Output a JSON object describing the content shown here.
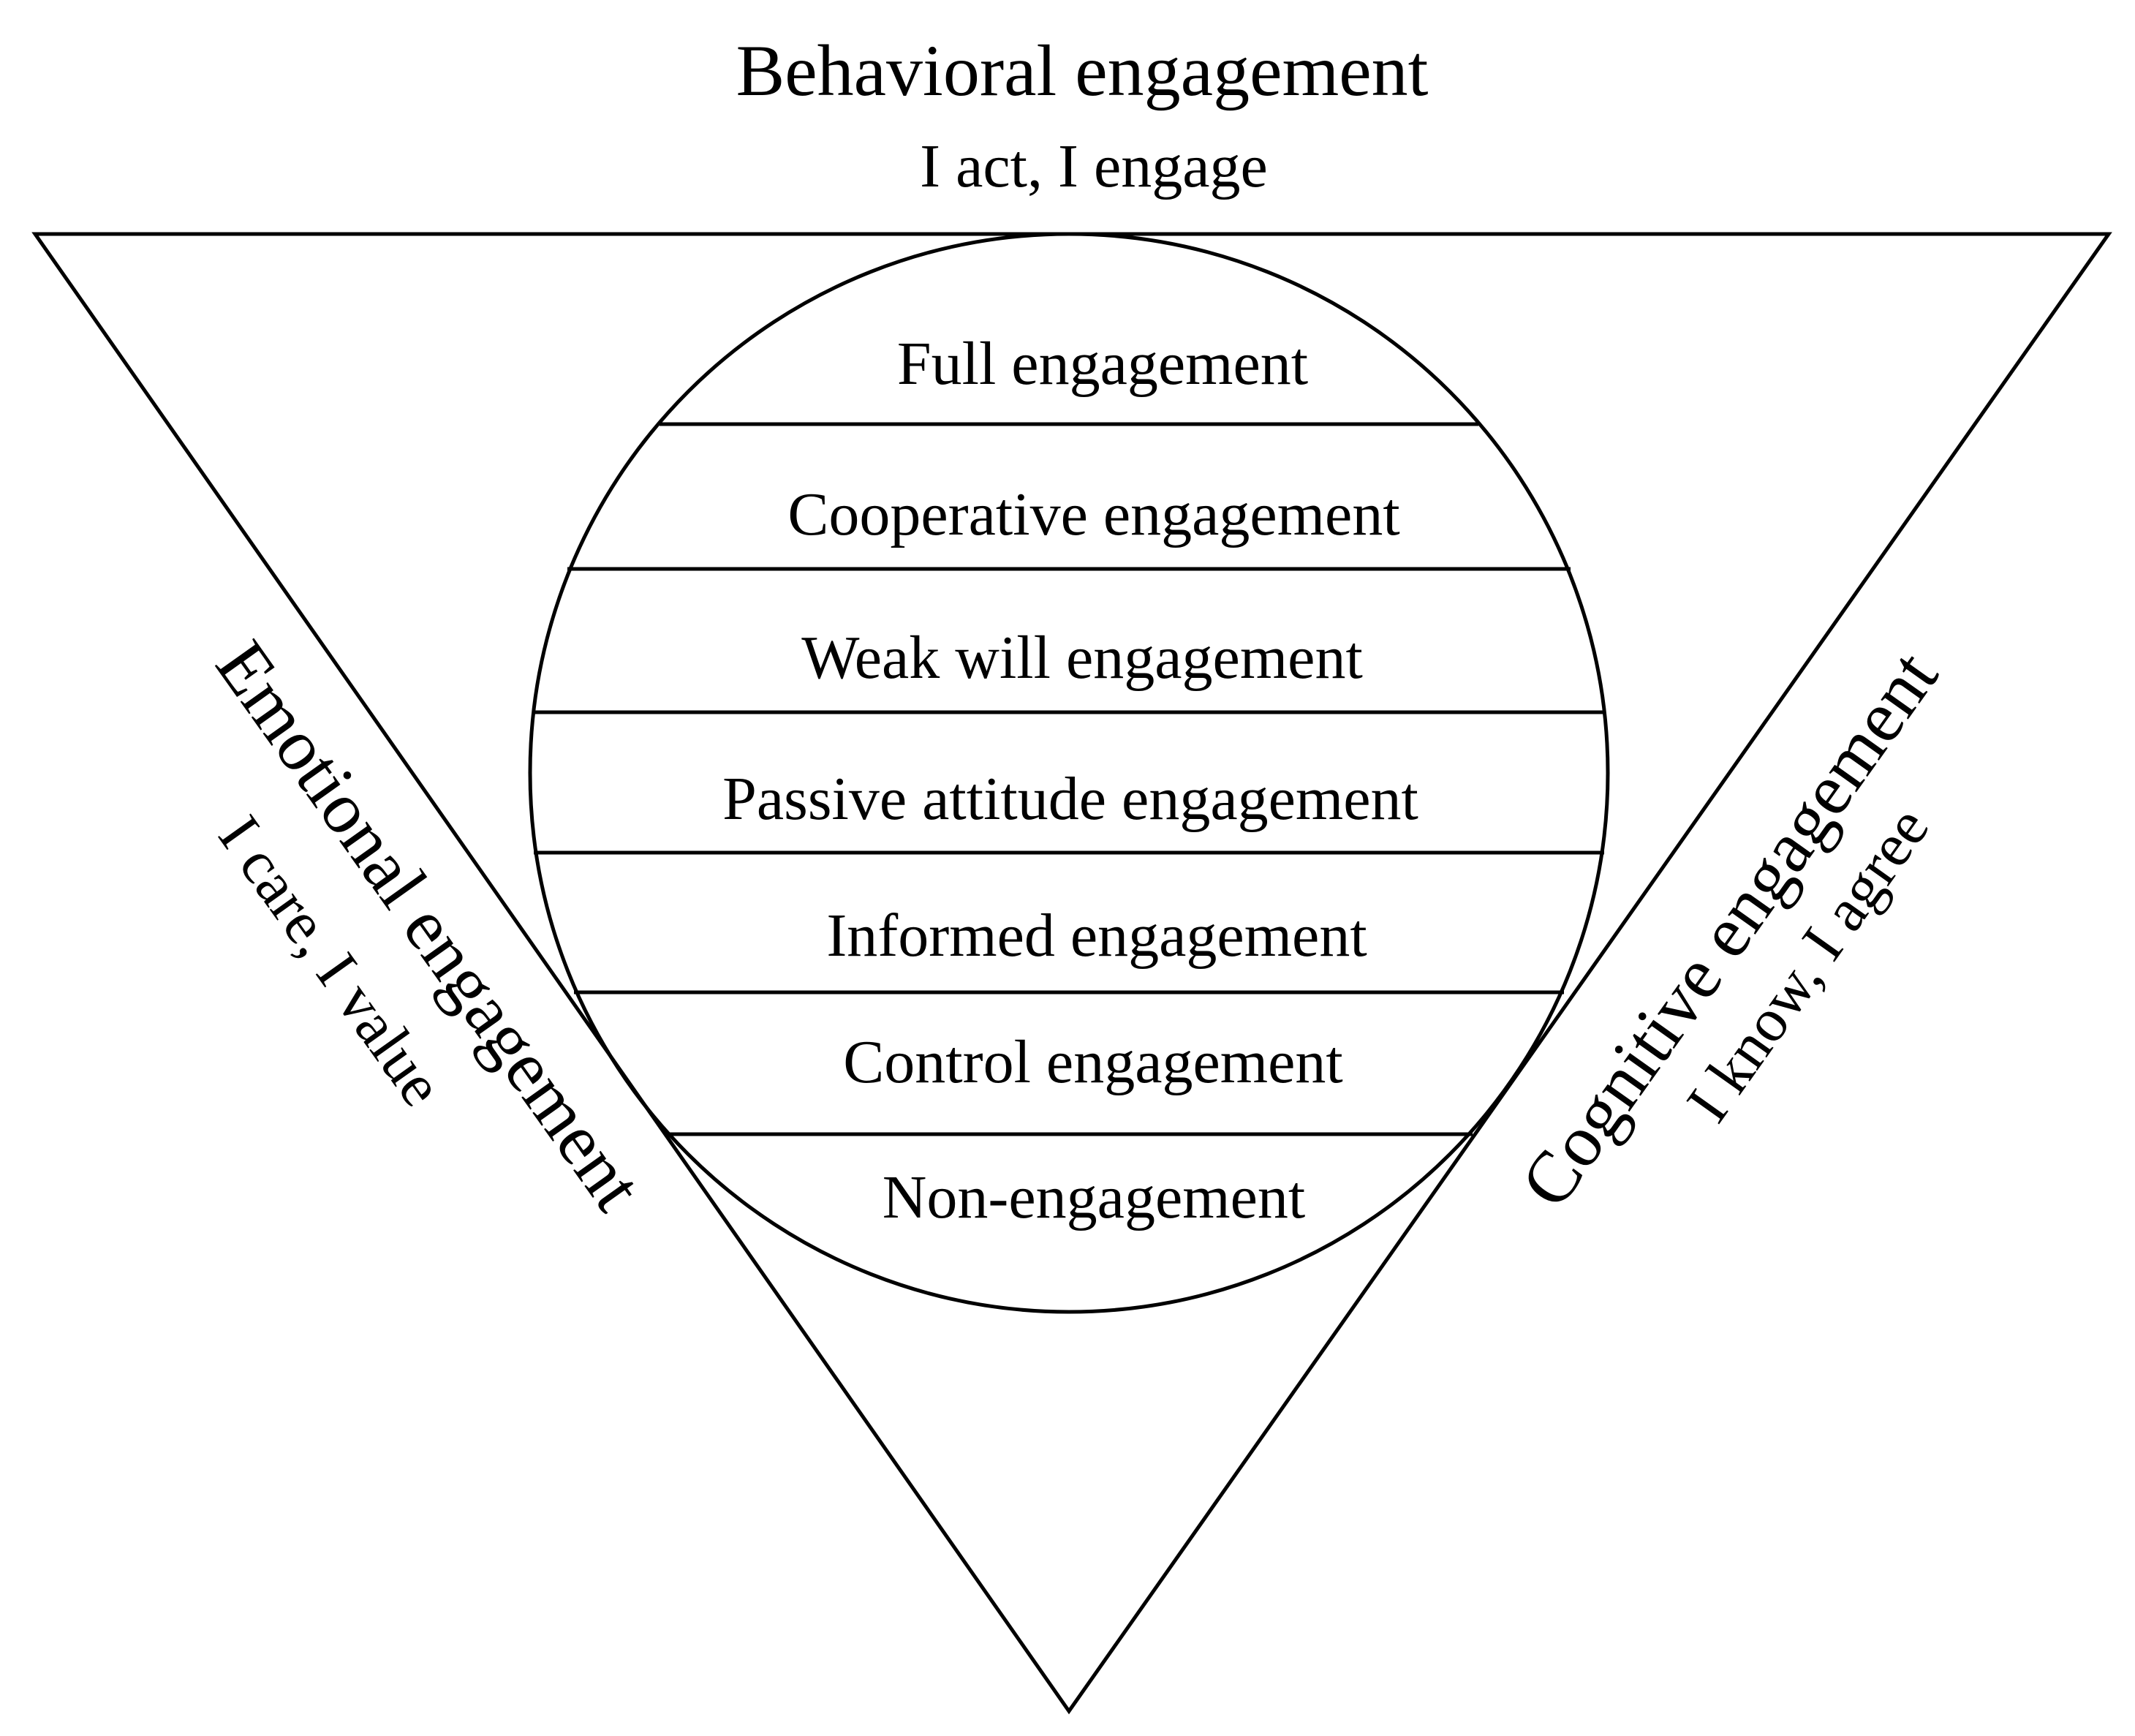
{
  "top": {
    "title": "Behavioral engagement",
    "subtitle": "I act, I engage"
  },
  "left": {
    "title": "Emotional engagement",
    "subtitle": "I care, I value"
  },
  "right": {
    "title": "Cognitive engagement",
    "subtitle": "I know, I agree"
  },
  "levels": [
    "Full engagement",
    "Cooperative engagement",
    "Weak will engagement",
    "Passive attitude engagement",
    "Informed engagement",
    "Control engagement",
    "Non-engagement"
  ],
  "colors": {
    "stroke": "#000000",
    "background": "#ffffff"
  }
}
